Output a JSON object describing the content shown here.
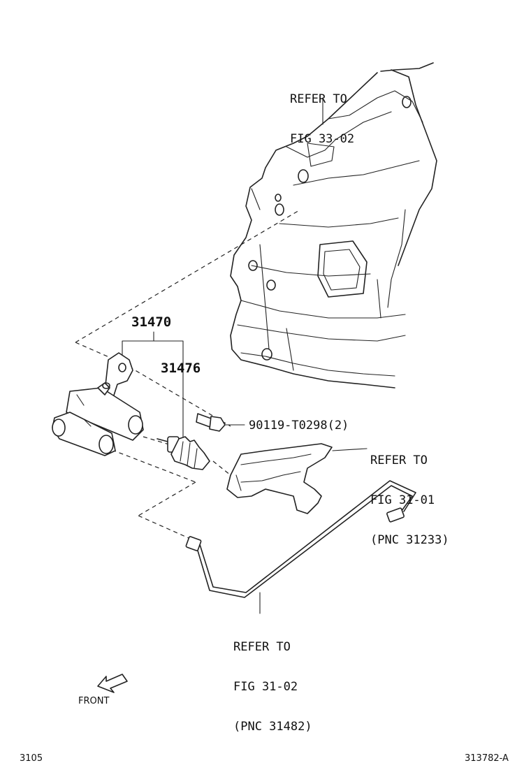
{
  "callouts": {
    "refer_fig_33_02": [
      "REFER TO",
      "FIG 33-02"
    ],
    "refer_fig_31_01": [
      "REFER TO",
      "FIG 31-01",
      "(PNC 31233)"
    ],
    "refer_fig_31_02": [
      "REFER TO",
      "FIG 31-02",
      "(PNC 31482)"
    ]
  },
  "part_numbers": {
    "p31470": "31470",
    "p31476": "31476",
    "p90119": "90119-T0298(2)"
  },
  "front_label": "FRONT",
  "footer": {
    "left_code": "3105",
    "right_code": "313782-A"
  }
}
